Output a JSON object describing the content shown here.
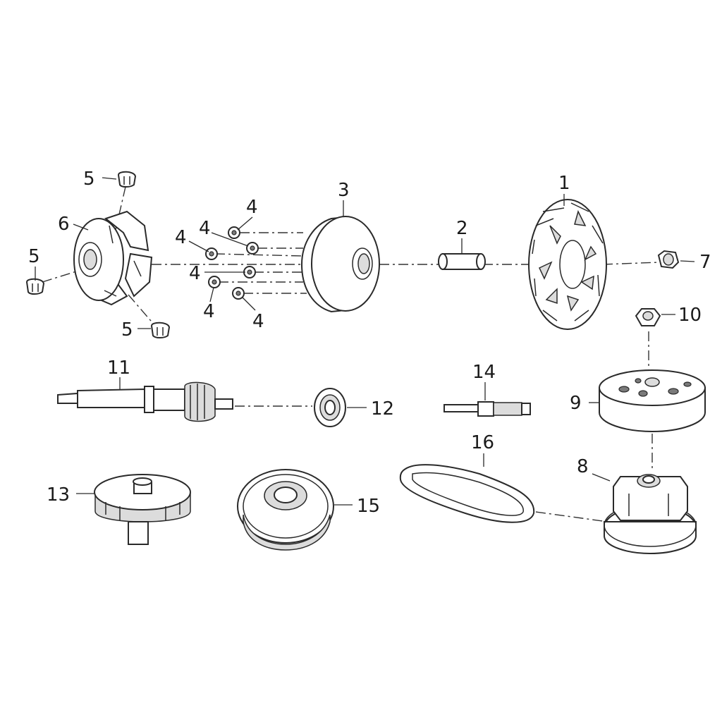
{
  "diagram": {
    "kind": "exploded-parts-view",
    "callouts": {
      "c1": "1",
      "c2": "2",
      "c3": "3",
      "c4a": "4",
      "c4b": "4",
      "c4c": "4",
      "c4d": "4",
      "c4e": "4",
      "c4f": "4",
      "c5a": "5",
      "c5b": "5",
      "c5c": "5",
      "c6": "6",
      "c7": "7",
      "c8": "8",
      "c9": "9",
      "c10": "10",
      "c11": "11",
      "c12": "12",
      "c13": "13",
      "c14": "14",
      "c15": "15",
      "c16": "16"
    }
  }
}
